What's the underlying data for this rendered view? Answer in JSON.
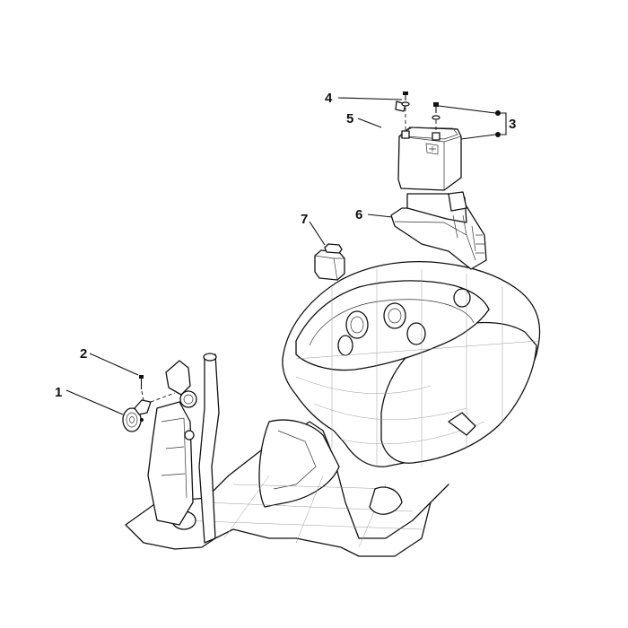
{
  "callouts": [
    {
      "id": "1",
      "label": "1"
    },
    {
      "id": "2",
      "label": "2"
    },
    {
      "id": "3",
      "label": "3"
    },
    {
      "id": "4",
      "label": "4"
    },
    {
      "id": "5",
      "label": "5"
    },
    {
      "id": "6",
      "label": "6"
    },
    {
      "id": "7",
      "label": "7"
    }
  ],
  "colors": {
    "line": "#111111",
    "mesh": "#9a9a9a",
    "background": "#ffffff"
  }
}
